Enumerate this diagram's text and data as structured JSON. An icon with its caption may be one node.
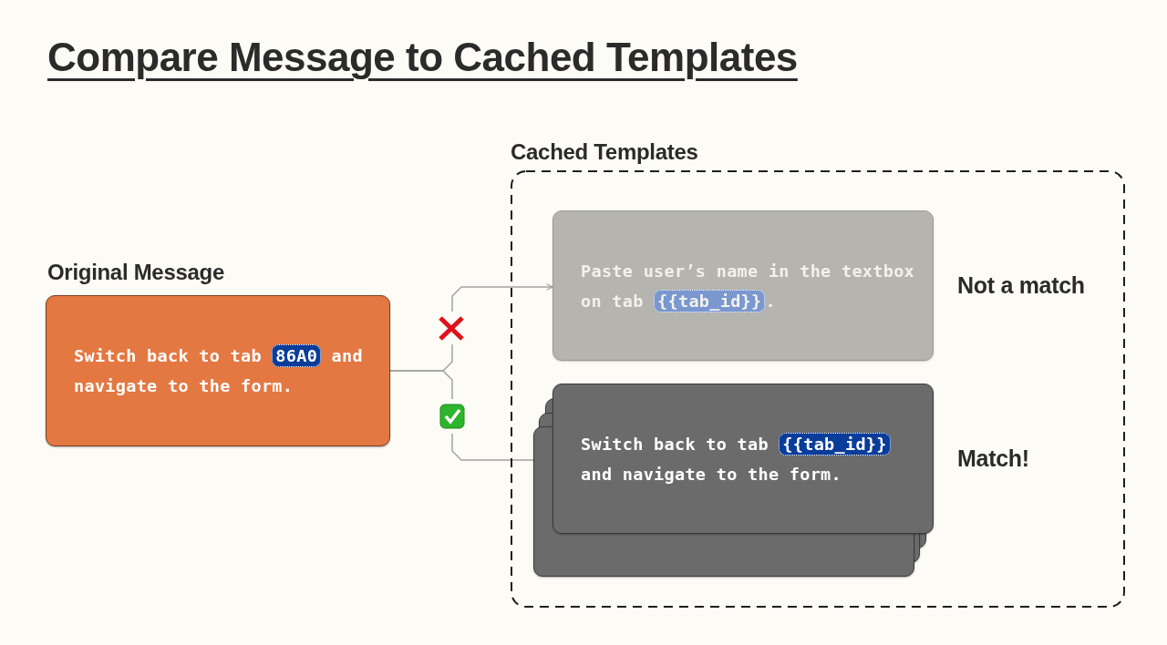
{
  "diagram": {
    "title": "Compare Message to Cached Templates",
    "nodes": [
      {
        "text": [
          "Cached Templates"
        ]
      },
      {
        "text": [
          "Original Message",
          "Switch back to tab **86A0** and navigate to the form."
        ]
      },
      {
        "text": [
          "Paste user’s name in the textbox on tab **{{tab_id}}**."
        ],
        "in": 0,
        "beside": [
          "Not a match"
        ]
      },
      {
        "text": [
          "Switch back to tab **{{tab_id}}** and navigate to the form."
        ],
        "in": 0,
        "beside": [
          "Match!"
        ]
      }
    ],
    "edges": [
      {
        "from": 1,
        "to": 2,
        "arrow": "to"
      },
      {
        "from": 1,
        "to": 3,
        "arrow": "to"
      }
    ]
  }
}
